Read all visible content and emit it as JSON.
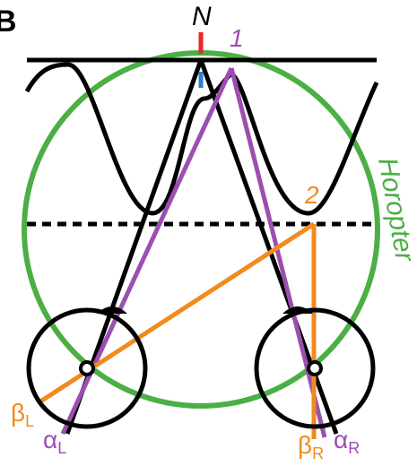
{
  "figure": {
    "panel_label": "B",
    "circle_label": "Horopter",
    "labels": {
      "nose": "N",
      "point_1": "1",
      "point_2": "2",
      "beta_left": "β",
      "beta_left_sub": "L",
      "alpha_left": "α",
      "alpha_left_sub": "L",
      "beta_right": "β",
      "beta_right_sub": "R",
      "alpha_right": "α",
      "alpha_right_sub": "R"
    },
    "colors": {
      "horopter": "#4caf45",
      "purple": "#9b4fb0",
      "orange": "#f28a1e",
      "red_tick": "#e8262b",
      "blue_tick": "#2f7fc8",
      "ink": "#000000"
    }
  }
}
